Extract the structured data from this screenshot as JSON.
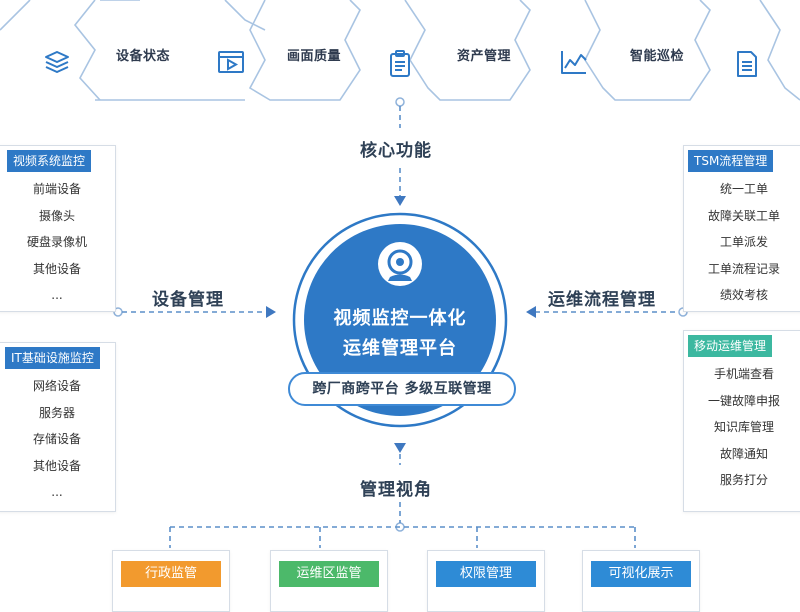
{
  "top_modules": [
    {
      "label": "设备状态",
      "icon": "layers-icon"
    },
    {
      "label": "画面质量",
      "icon": "video-player-icon"
    },
    {
      "label": "资产管理",
      "icon": "clipboard-icon"
    },
    {
      "label": "智能巡检",
      "icon": "line-chart-icon"
    },
    {
      "label": "",
      "icon": "document-icon"
    }
  ],
  "section_labels": {
    "core": "核心功能",
    "device": "设备管理",
    "ops": "运维流程管理",
    "view": "管理视角"
  },
  "center": {
    "line1": "视频监控一体化",
    "line2": "运维管理平台",
    "pill": "跨厂商跨平台 多级互联管理"
  },
  "left_panels": [
    {
      "title": "视频系统监控",
      "items": [
        "前端设备",
        "摄像头",
        "硬盘录像机",
        "其他设备",
        "..."
      ]
    },
    {
      "title": "IT基础设施监控",
      "items": [
        "网络设备",
        "服务器",
        "存储设备",
        "其他设备",
        "..."
      ]
    }
  ],
  "right_panels": [
    {
      "title": "TSM流程管理",
      "items": [
        "统一工单",
        "故障关联工单",
        "工单派发",
        "工单流程记录",
        "绩效考核"
      ]
    },
    {
      "title": "移动运维管理",
      "items": [
        "手机端查看",
        "一键故障申报",
        "知识库管理",
        "故障通知",
        "服务打分"
      ]
    }
  ],
  "bottom_tabs": [
    {
      "label": "行政监管",
      "color": "#f29a2e"
    },
    {
      "label": "运维区监管",
      "color": "#4cb96a"
    },
    {
      "label": "权限管理",
      "color": "#2e8bd6"
    },
    {
      "label": "可视化展示",
      "color": "#2e8bd6"
    }
  ],
  "colors": {
    "blue": "#2e79c6",
    "light_blue": "#5aa6e8",
    "teal": "#3cb8a0",
    "line": "#5b8fc9"
  }
}
